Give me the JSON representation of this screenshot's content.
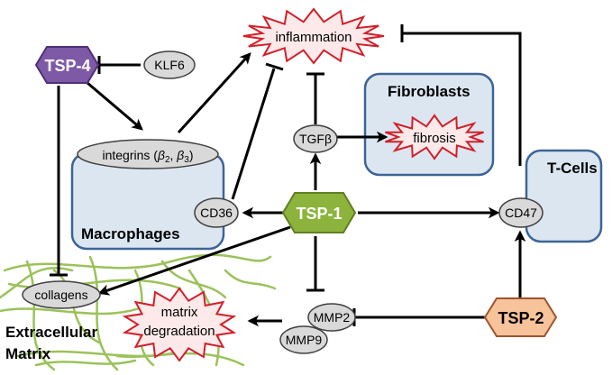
{
  "nodes": {
    "tsp1": "TSP-1",
    "tsp2": "TSP-2",
    "tsp4": "TSP-4",
    "inflammation": "inflammation",
    "fibrosis": "fibrosis",
    "matrix_degradation_line1": "matrix",
    "matrix_degradation_line2": "degradation",
    "klf6": "KLF6",
    "tgfb": "TGFβ",
    "cd36": "CD36",
    "cd47": "CD47",
    "collagens": "collagens",
    "mmp2": "MMP2",
    "mmp9": "MMP9",
    "integrins_prefix": "integrins (",
    "integrins_b2": "β",
    "integrins_sub2": "2",
    "integrins_sep": ", ",
    "integrins_b3": "β",
    "integrins_sub3": "3",
    "integrins_suffix": ")"
  },
  "groups": {
    "macrophages": "Macrophages",
    "fibroblasts": "Fibroblasts",
    "tcells": "T-Cells",
    "ecm_line1": "Extracellular",
    "ecm_line2": "Matrix"
  },
  "colors": {
    "tsp1_fill": "#8cb43c",
    "tsp2_fill": "#f7c39b",
    "tsp4_fill": "#7e5aa6",
    "cell_fill": "#dce6f1",
    "cell_stroke": "#3e6496",
    "burst_stroke": "#d0202a",
    "burst_fill": "#fde9ea",
    "oval_fill": "#d9d9d9",
    "fiber": "#9bc25a"
  }
}
